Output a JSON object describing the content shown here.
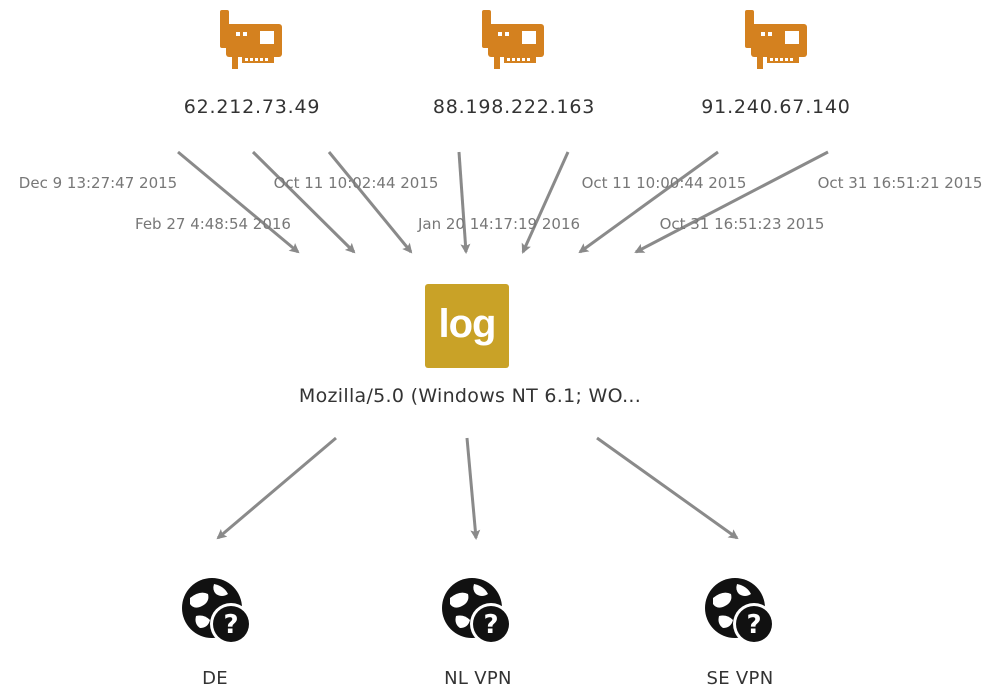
{
  "colors": {
    "nic_icon": "#d4811f",
    "log_box": "#c9a227",
    "edge": "#8a8a8a",
    "node_text": "#333333",
    "edge_text": "#777777",
    "globe": "#111111"
  },
  "nodes": {
    "ip_addresses": [
      {
        "icon": "network-card-icon",
        "label": "62.212.73.49"
      },
      {
        "icon": "network-card-icon",
        "label": "88.198.222.163"
      },
      {
        "icon": "network-card-icon",
        "label": "91.240.67.140"
      }
    ],
    "log": {
      "icon": "log-icon",
      "box_text": "log",
      "label": "Mozilla/5.0 (Windows NT 6.1; WO..."
    },
    "locations": [
      {
        "icon": "globe-question-icon",
        "label": "DE"
      },
      {
        "icon": "globe-question-icon",
        "label": "NL VPN"
      },
      {
        "icon": "globe-question-icon",
        "label": "SE VPN"
      }
    ]
  },
  "edges": {
    "timestamps": [
      "Dec 9 13:27:47 2015",
      "Feb 27 4:48:54 2016",
      "Oct 11 10:02:44 2015",
      "Jan 20 14:17:19 2016",
      "Oct 11 10:00:44 2015",
      "Oct 31 16:51:23 2015",
      "Oct 31 16:51:21 2015"
    ]
  }
}
